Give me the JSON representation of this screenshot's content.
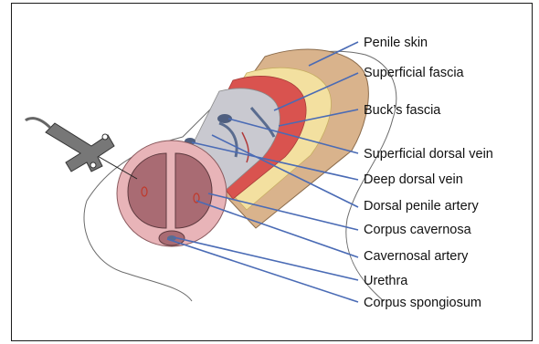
{
  "labels": {
    "penile_skin": "Penile skin",
    "superficial_fascia": "Superficial fascia",
    "bucks_fascia": "Buck’s fascia",
    "superficial_dorsal_vein": "Superficial dorsal vein",
    "deep_dorsal_vein": "Deep dorsal vein",
    "dorsal_penile_artery": "Dorsal penile artery",
    "corpus_cavernosa": "Corpus cavernosa",
    "cavernosal_artery": "Cavernosal artery",
    "urethra": "Urethra",
    "corpus_spongiosum": "Corpus spongiosum"
  },
  "colors": {
    "leader_line": "#4a6bb5",
    "skin": "#d9b38c",
    "superficial_fascia": "#f3e0a0",
    "bucks_fascia_red": "#d9534f",
    "tunica": "#c9c9d0",
    "cavernosa": "#a96b73",
    "vein": "#5a6c8f",
    "outline": "#333333"
  }
}
